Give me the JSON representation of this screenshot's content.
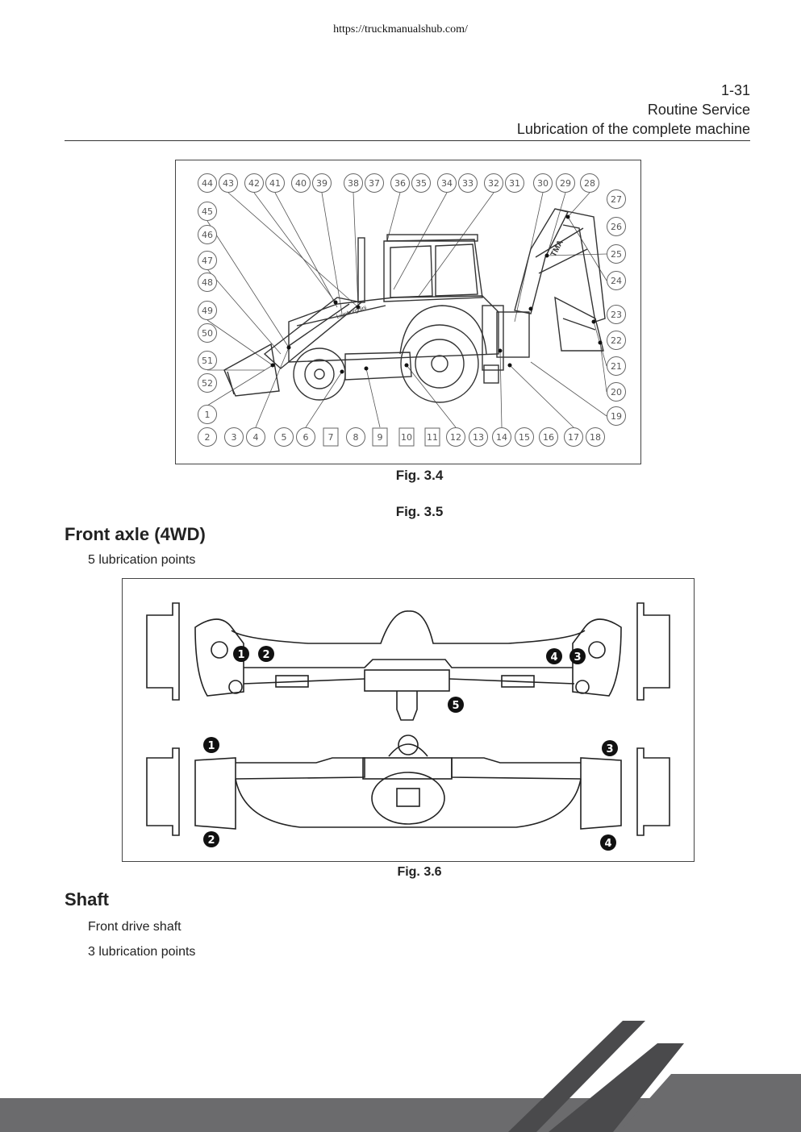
{
  "source_url": "https://truckmanualshub.com/",
  "header": {
    "page_number": "1-31",
    "section": "Routine Service",
    "subsection": "Lubrication of the complete machine"
  },
  "figures": {
    "fig34": {
      "caption": "Fig. 3.4",
      "top_labels": [
        "44",
        "43",
        "42",
        "41",
        "40",
        "39",
        "38",
        "37",
        "36",
        "35",
        "34",
        "33",
        "32",
        "31",
        "30",
        "29",
        "28"
      ],
      "left_labels": [
        "45",
        "46",
        "47",
        "48",
        "49",
        "50",
        "51",
        "52",
        "1"
      ],
      "bottom_labels": [
        "2",
        "3",
        "4",
        "5",
        "6",
        "7",
        "8",
        "9",
        "10",
        "11",
        "12",
        "13",
        "14",
        "15",
        "16",
        "17",
        "18"
      ],
      "right_labels": [
        "27",
        "26",
        "25",
        "24",
        "23",
        "22",
        "21",
        "20",
        "19"
      ],
      "brand_text": "Lamborghini",
      "arm_text": "TMA"
    },
    "fig35": {
      "caption": "Fig. 3.5"
    },
    "fig36": {
      "caption": "Fig. 3.6",
      "top_view_markers": [
        "1",
        "2",
        "4",
        "3",
        "5"
      ],
      "bottom_view_markers": [
        "1",
        "3",
        "2",
        "4"
      ]
    }
  },
  "sections": {
    "front_axle": {
      "title": "Front axle (4WD)",
      "text": "5 lubrication points"
    },
    "shaft": {
      "title": "Shaft",
      "line1": "Front drive shaft",
      "line2": "3 lubrication points"
    }
  }
}
